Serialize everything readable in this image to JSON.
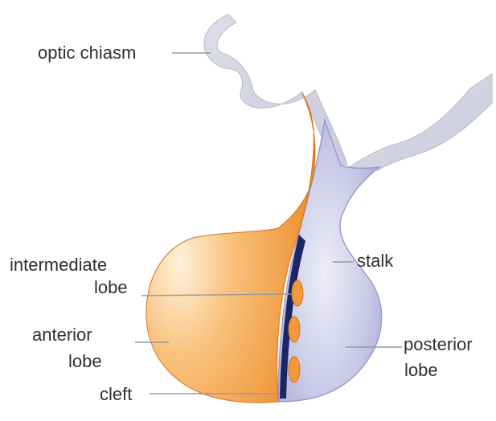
{
  "labels": {
    "optic_chiasm": "optic chiasm",
    "intermediate_lobe": [
      "intermediate",
      "lobe"
    ],
    "anterior_lobe": [
      "anterior",
      "lobe"
    ],
    "cleft": "cleft",
    "stalk": "stalk",
    "posterior_lobe": [
      "posterior",
      "lobe"
    ]
  },
  "colors": {
    "anterior": "#ef8f2a",
    "anterior_highlight": "#fff2dc",
    "posterior": "#aeb0d8",
    "posterior_highlight": "#eeeef8",
    "nerve_tract": "#d2d4e2",
    "cleft": "#1e2566",
    "leader_line": "#9a9a9a",
    "text": "#2f2f2f"
  }
}
